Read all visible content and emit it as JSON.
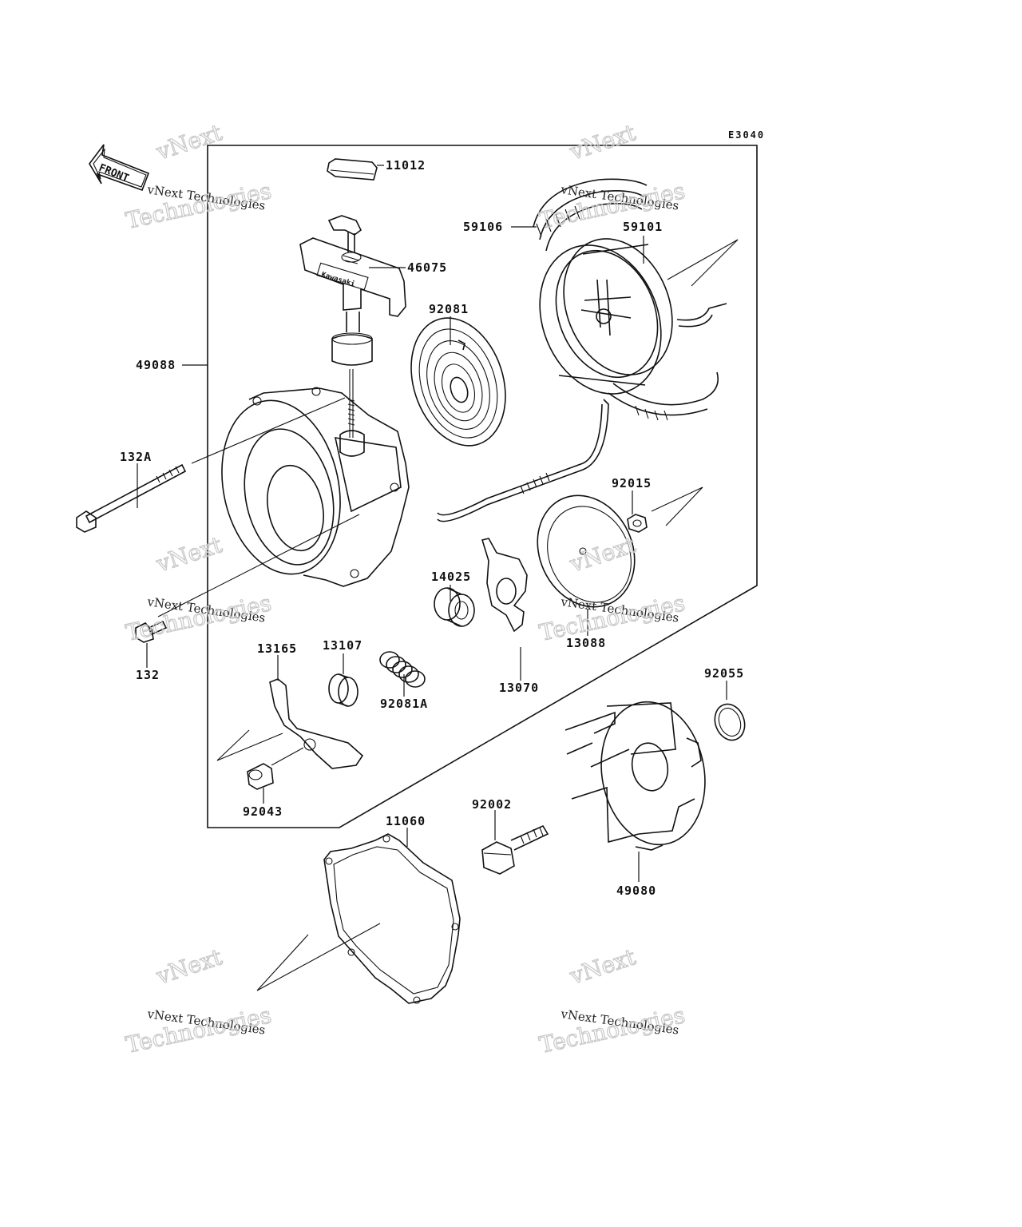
{
  "diagram_code": "E3040",
  "front_label": "FRONT",
  "brand_mark": "Kawasaki",
  "watermark": {
    "line1": "vNext",
    "line2": "vNext Technologies",
    "line3": "Technologies"
  },
  "parts": {
    "p11012": "11012",
    "p46075": "46075",
    "p59106": "59106",
    "p59101": "59101",
    "p92081": "92081",
    "p49088": "49088",
    "p132A": "132A",
    "p92015": "92015",
    "p14025": "14025",
    "p13088": "13088",
    "p132": "132",
    "p13165": "13165",
    "p13107": "13107",
    "p92081A": "92081A",
    "p13070": "13070",
    "p92055": "92055",
    "p92043": "92043",
    "p92002": "92002",
    "p11060": "11060",
    "p49080": "49080"
  }
}
